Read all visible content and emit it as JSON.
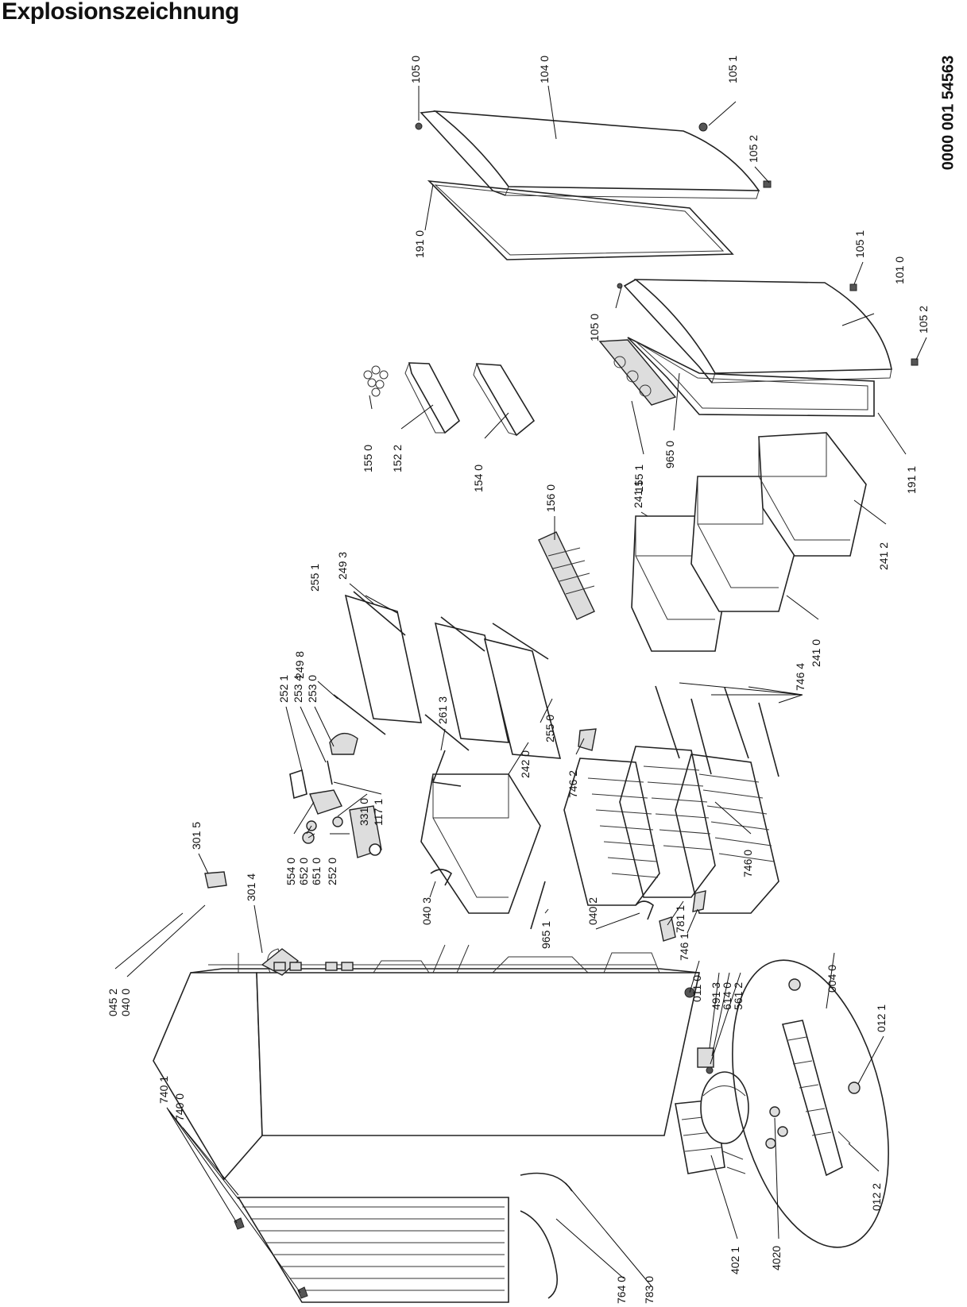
{
  "header": {
    "title": "Explosionszeichnung",
    "document_number": "0000 001 54563"
  },
  "labels": {
    "l1050a": "105 0",
    "l1040": "104 0",
    "l1051a": "105 1",
    "l1052a": "105 2",
    "l1910a": "191 0",
    "l1051b": "105 1",
    "l1010": "101 0",
    "l1050b": "105 0",
    "l1052b": "105 2",
    "l1550": "155 0",
    "l1522": "152 2",
    "l1540": "154 0",
    "l1551": "155 1",
    "l9650": "965 0",
    "l1911": "191 1",
    "l1560": "156 0",
    "l2411": "241 1",
    "l2412": "241 2",
    "l2410": "241 0",
    "l7464": "746 4",
    "l2493": "249 3",
    "l2551": "255 1",
    "l2498": "249 8",
    "l2521": "252 1",
    "l2534": "253 4",
    "l2530": "253 0",
    "l3310": "331 0",
    "l1171": "117 1",
    "l5540": "554 0",
    "l6520": "652 0",
    "l6510": "651 0",
    "l2520": "252 0",
    "l2613": "261 3",
    "l2420": "242 0",
    "l2550": "255 0",
    "l7462": "746 2",
    "l7460": "746 0",
    "l3015": "301 5",
    "l3014": "301 4",
    "l0452": "045 2",
    "l0400": "040 0",
    "l0403": "040 3",
    "l9651": "965 1",
    "l0402": "040 2",
    "l7811": "781 1",
    "l7461": "746 1",
    "l0110": "011 0",
    "l4913": "491 3",
    "l6140": "614 0",
    "l5612": "561 2",
    "l0040": "004 0",
    "l0121": "012 1",
    "l0122": "012 2",
    "l4020": "4020",
    "l4021": "402 1",
    "l7401": "740 1",
    "l7400": "740 0",
    "l7640": "764 0",
    "l7830": "783 0"
  }
}
